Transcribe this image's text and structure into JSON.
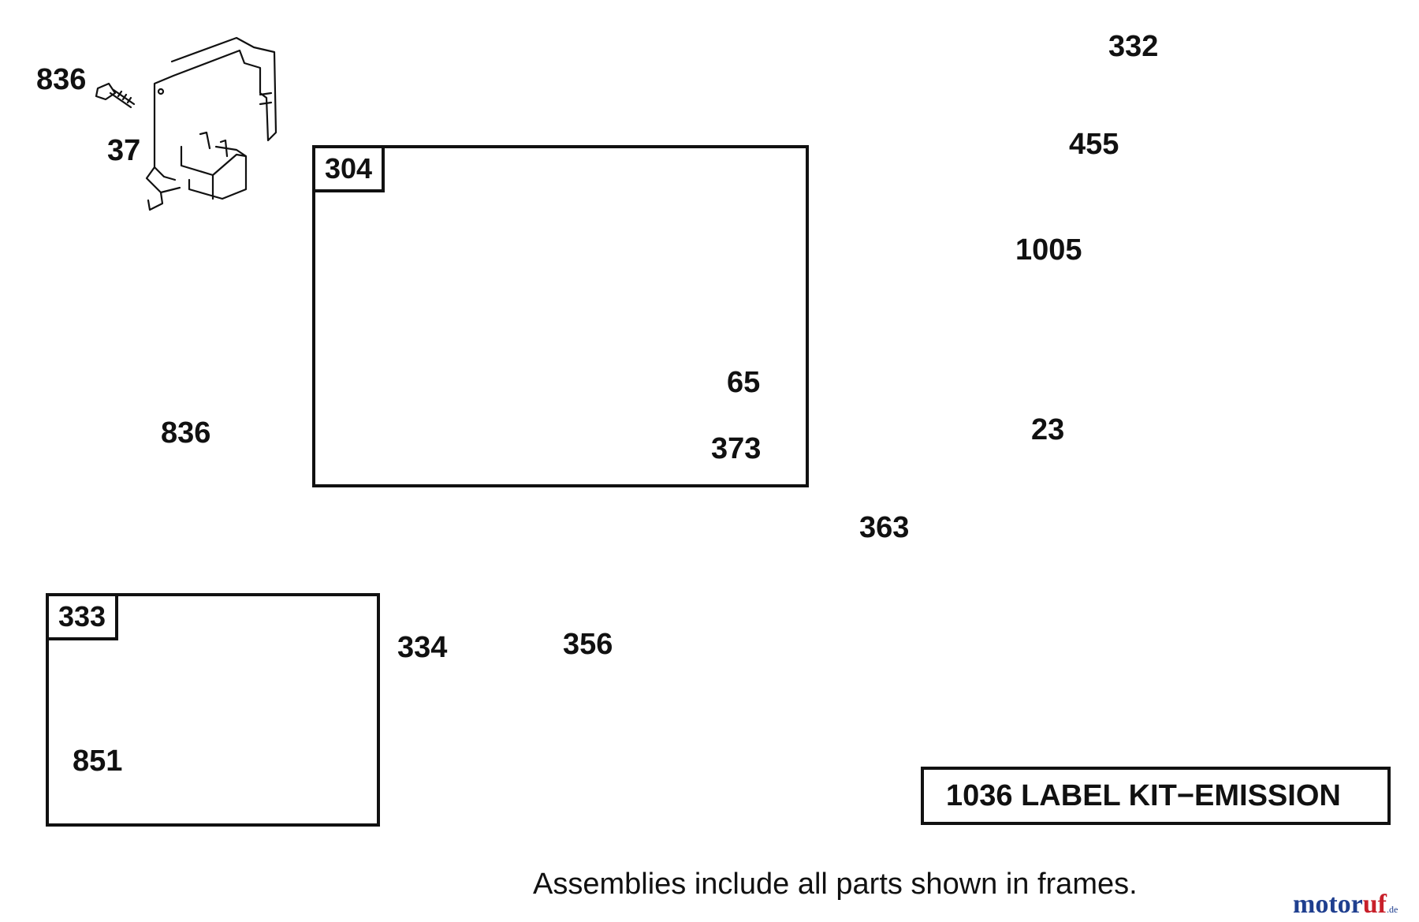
{
  "labels": {
    "l836_top": "836",
    "l37": "37",
    "l304": "304",
    "l65": "65",
    "l373": "373",
    "l836_mid": "836",
    "l332": "332",
    "l455": "455",
    "l1005": "1005",
    "l23": "23",
    "l363": "363",
    "l333": "333",
    "l334": "334",
    "l356": "356",
    "l851": "851"
  },
  "kit_label": "1036 LABEL KIT−EMISSION",
  "footnote": "Assemblies include all parts shown in frames.",
  "watermark": {
    "part1": "motor",
    "part2": "uf",
    "suffix": ".de"
  },
  "colors": {
    "ink": "#111111",
    "watermark_blue": "#1f3f8f",
    "watermark_red": "#c8202a"
  }
}
